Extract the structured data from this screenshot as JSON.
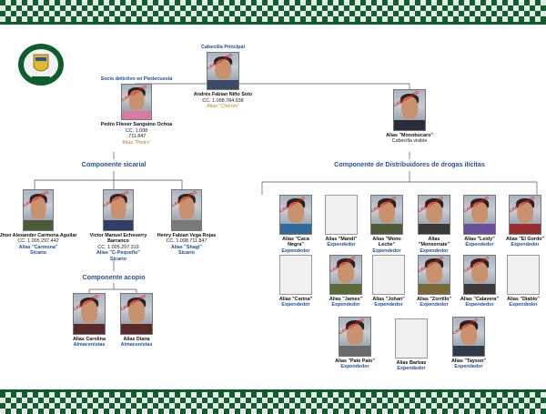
{
  "org_chart": {
    "leader_title": "Cabecilla Principal",
    "leader": {
      "name": "Andrés Fabian Niño Soto",
      "id": "CC. 1.098.784.938",
      "alias": "Alias \"Chorizo\""
    },
    "lieutenant_title": "Socio delictivo en Piedecuesta",
    "lieutenant": {
      "name": "Pedro Fileser Sanguino Ochoa",
      "id_line1": "CC. 1.098",
      "id_line2": ".711.847",
      "alias": "Alias \"Pedro\""
    },
    "visible_head": {
      "alias": "Alias \"Monobucaro\"",
      "role": "Cabecilla visible"
    },
    "sections": {
      "sicarial": "Componente sicarial",
      "acopio": "Componente acopio",
      "distribuidores": "Componente de Distribuidores de drogas ilícitas"
    },
    "sicarios": [
      {
        "name": "Jhon Alexander Carmona Aguilar",
        "id": "CC. 1.005.297.442",
        "alias": "Alias \"Carmona\"",
        "role": "Sicario"
      },
      {
        "name": "Victor Manuel Echeverry Barranco",
        "id": "CC. 1.005.297.319",
        "alias": "Alias \"C-Pequeño\"",
        "role": "Sicario"
      },
      {
        "name": "Henry Fabian Vega Rojas",
        "id": "CC. 1.098.711.847",
        "alias": "Alias \"Shagi\"",
        "role": "Sicario"
      }
    ],
    "acopio": [
      {
        "alias": "Alias Carolina",
        "role": "Almacenistas"
      },
      {
        "alias": "Alias Diana",
        "role": "Almacenistas"
      }
    ],
    "distribuidores": [
      {
        "alias": "Alias \"Caca Negra\"",
        "role": "Expendedor"
      },
      {
        "alias": "Alias \"Mandi\"",
        "role": "Expendedor"
      },
      {
        "alias": "Alias \"Mono Leche\"",
        "role": "Expendedor"
      },
      {
        "alias": "Alias \"Monserrate\"",
        "role": "Expendedor"
      },
      {
        "alias": "Alias \"Leidy\"",
        "role": "Expendedor"
      },
      {
        "alias": "Alias \"El Gordo\"",
        "role": "Expendedor"
      },
      {
        "alias": "Alias \"Carina\"",
        "role": "Expendedor"
      },
      {
        "alias": "Alias \"James\"",
        "role": "Expendedor"
      },
      {
        "alias": "Alias \"Johan\"",
        "role": "Expendedor"
      },
      {
        "alias": "Alias \"Zorrillo\"",
        "role": "Expendedor"
      },
      {
        "alias": "Alias \"Calavera\"",
        "role": "Expendedor"
      },
      {
        "alias": "Alias \"Diablo\"",
        "role": "Expendedor"
      },
      {
        "alias": "Alias \"Pate Palo\"",
        "role": "Expendedor"
      },
      {
        "alias": "Alias Barbas",
        "role": "Expendedor"
      },
      {
        "alias": "Alias \"Tayson\"",
        "role": "Expendedor"
      }
    ],
    "stamp_text": "CAPTURADO"
  },
  "colors": {
    "band_green": "#0d5e2c",
    "section_blue": "#2650a0",
    "alias_blue": "#1d4fa8",
    "alias_orange": "#c7781c",
    "stamp_red": "#d41d1d"
  }
}
